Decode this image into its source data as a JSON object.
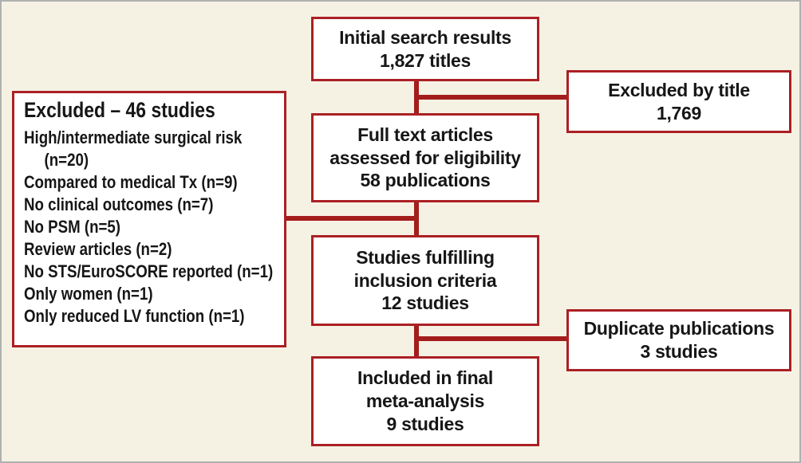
{
  "figure": {
    "type": "study-selection-flow-diagram",
    "background_color": "#f5f2e4",
    "frame_border_color": "#b0b0b0",
    "box_border_color": "#ab2024",
    "connector_color": "#a31d1c",
    "text_color": "#161616"
  },
  "boxes": {
    "initial": {
      "lines": [
        "Initial search results",
        "1,827 titles"
      ]
    },
    "excluded_by_title": {
      "lines": [
        "Excluded by title",
        "1,769"
      ]
    },
    "full_text": {
      "lines": [
        "Full text articles",
        "assessed for eligibility",
        "58 publications"
      ]
    },
    "excluded_left": {
      "title": "Excluded – 46 studies",
      "items": [
        "High/intermediate surgical risk (n=20)",
        "Compared to medical Tx (n=9)",
        "No clinical outcomes (n=7)",
        "No PSM (n=5)",
        "Review articles (n=2)",
        "No STS/EuroSCORE reported (n=1)",
        "Only women (n=1)",
        "Only reduced LV function (n=1)"
      ]
    },
    "inclusion": {
      "lines": [
        "Studies fulfilling",
        "inclusion criteria",
        "12 studies"
      ]
    },
    "duplicates": {
      "lines": [
        "Duplicate publications",
        "3 studies"
      ]
    },
    "final": {
      "lines": [
        "Included in final",
        "meta-analysis",
        "9 studies"
      ]
    }
  }
}
